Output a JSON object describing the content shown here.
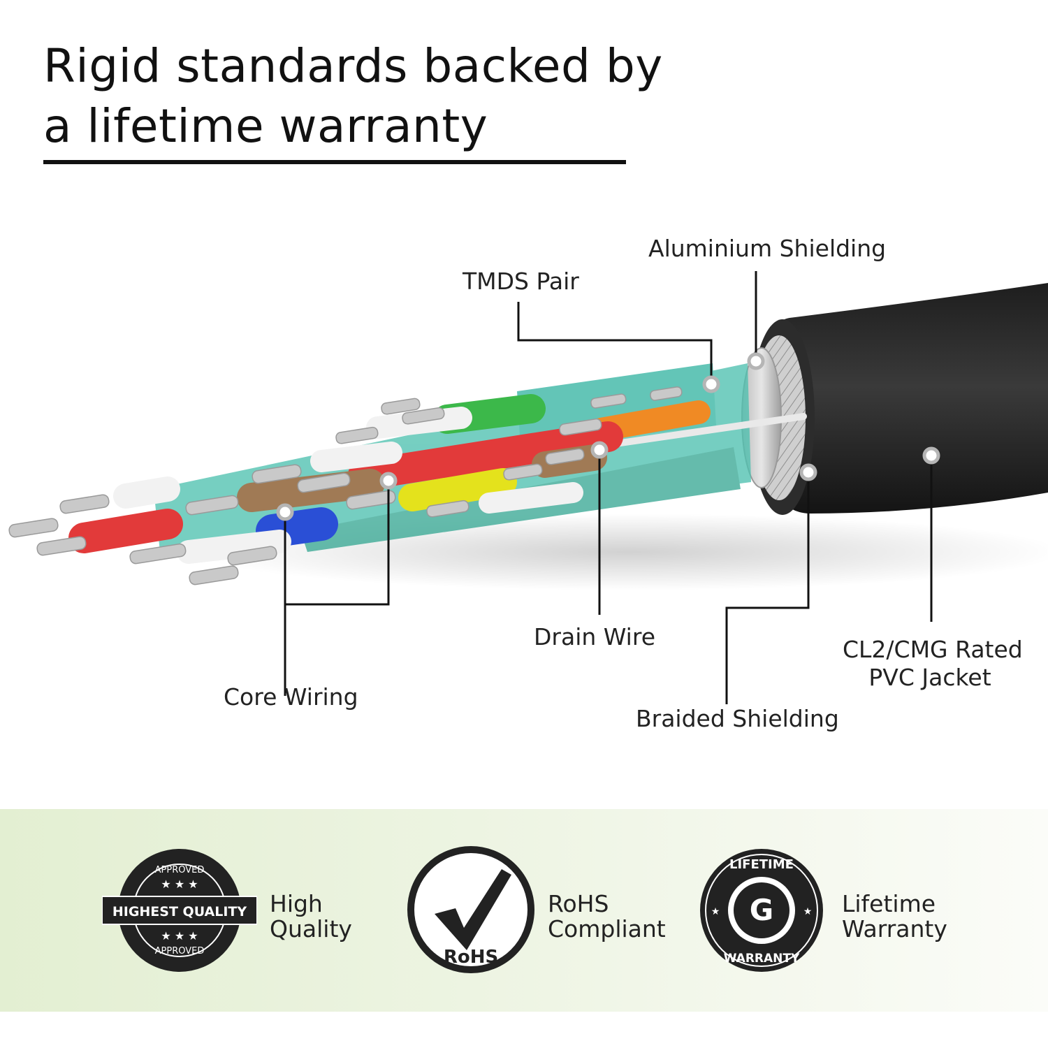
{
  "headline": {
    "line1": "Rigid standards backed by",
    "line2": "a lifetime warranty"
  },
  "callouts": {
    "aluminium": "Aluminium Shielding",
    "tmds": "TMDS Pair",
    "drain": "Drain Wire",
    "core": "Core Wiring",
    "braided": "Braided Shielding",
    "jacket_line1": "CL2/CMG Rated",
    "jacket_line2": "PVC Jacket"
  },
  "wire_colors": {
    "green": "#3cb84a",
    "orange": "#f08a24",
    "red": "#e23a3a",
    "yellow": "#e4e21c",
    "blue": "#2a4fd6",
    "brown": "#a07a55",
    "white": "#f2f2f2",
    "teal_sleeve": "#4fc1b0",
    "jacket": "#2b2b2b"
  },
  "badges": [
    {
      "icon": "highest-quality-seal-icon",
      "seal_top": "APPROVED",
      "seal_banner": "HIGHEST QUALITY",
      "seal_bottom": "APPROVED",
      "label_line1": "High",
      "label_line2": "Quality"
    },
    {
      "icon": "rohs-check-icon",
      "seal_text": "RoHS",
      "label_line1": "RoHS",
      "label_line2": "Compliant"
    },
    {
      "icon": "lifetime-warranty-seal-icon",
      "seal_top": "LIFETIME",
      "seal_bottom": "WARRANTY",
      "label_line1": "Lifetime",
      "label_line2": "Warranty"
    }
  ]
}
